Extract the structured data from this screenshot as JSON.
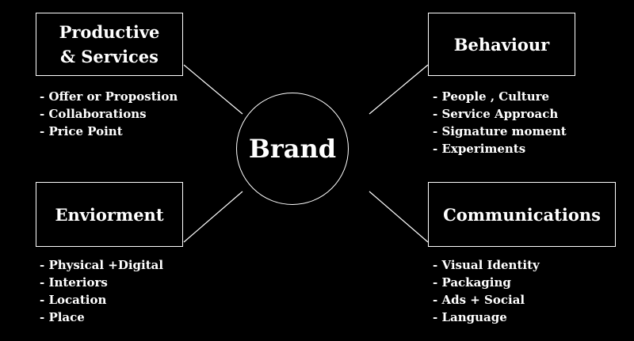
{
  "colors": {
    "background": "#000000",
    "foreground": "#ffffff"
  },
  "center": {
    "label": "Brand"
  },
  "boxes": {
    "top_left": {
      "line1": "Productive",
      "line2": "& Services",
      "items": [
        "- Offer or Propostion",
        "- Collaborations",
        "- Price Point"
      ]
    },
    "top_right": {
      "label": "Behaviour",
      "items": [
        "- People , Culture",
        "- Service Approach",
        "- Signature moment",
        "- Experiments"
      ]
    },
    "bottom_left": {
      "label": "Enviorment",
      "items": [
        "- Physical +Digital",
        "- Interiors",
        "- Location",
        "- Place"
      ]
    },
    "bottom_right": {
      "label": "Communications",
      "items": [
        "- Visual Identity",
        "- Packaging",
        "- Ads + Social",
        "- Language"
      ]
    }
  }
}
